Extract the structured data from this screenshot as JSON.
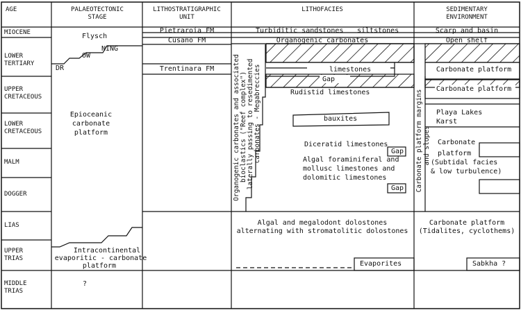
{
  "headers": {
    "age": "AGE",
    "palaeotectonic_line1": "PALAEOTECTONIC",
    "palaeotectonic_line2": "STAGE",
    "litho_unit_line1": "LITHOSTRATIGRAPHIC",
    "litho_unit_line2": "UNIT",
    "lithofacies": "LITHOFACIES",
    "sed_env_line1": "SEDIMENTARY",
    "sed_env_line2": "ENVIRONMENT"
  },
  "ages": {
    "miocene": "MIOCENE",
    "lower_tertiary_1": "LOWER",
    "lower_tertiary_2": "TERTIARY",
    "upper_cretaceous_1": "UPPER",
    "upper_cretaceous_2": "CRETACEOUS",
    "lower_cretaceous_1": "LOWER",
    "lower_cretaceous_2": "CRETACEOUS",
    "malm": "MALM",
    "dogger": "DOGGER",
    "lias": "LIAS",
    "upper_trias_1": "UPPER",
    "upper_trias_2": "TRIAS",
    "middle_trias_1": "MIDDLE",
    "middle_trias_2": "TRIAS"
  },
  "palaeotectonic": {
    "flysch": "Flysch",
    "ning": "NING",
    "ow": "OW",
    "dr": "DR",
    "epiceanic_1": "Epioceanic",
    "epiceanic_2": "carbonate",
    "epiceanic_3": "platform",
    "intra_1": "Intracontinental",
    "intra_2": "evaporitic - carbonate",
    "intra_3": "platform",
    "question": "?"
  },
  "litho_units": {
    "pietraroia": "Pietraroia FM",
    "cusano": "Cusano FM",
    "trentinara": "Trentinara FM"
  },
  "lithofacies": {
    "turbiditic": "Turbiditic sandstones",
    "siltstones": "siltstones",
    "organogenic": "Organogenic carbonates",
    "limestones": "limestones",
    "gap_top": "Gap",
    "rudistid": "Rudistid limestones",
    "bauxites": "bauxites",
    "diceratid": "Diceratid limestones",
    "gap_mid": "Gap",
    "algal_1": "Algal foraminiferal and",
    "algal_2": "mollusc limestones and",
    "algal_3": "dolomitic limestones",
    "gap_low": "Gap",
    "dolostones_1": "Algal and megalodont dolostones",
    "dolostones_2": "alternating with stromatolitic dolostones",
    "evaporites": "Evaporites",
    "reef_1": "Organogenic carbonates and associated",
    "reef_2": "bioclastics (\"Reef complex\")",
    "reef_3": "laterally passing to resedimented",
    "reef_4": "carbonates - Megabreccies",
    "margins_1": "Carbonate platform margins",
    "margins_2": "and slopes"
  },
  "sed_env": {
    "scarp": "Scarp and basin",
    "open_shelf": "Open shelf",
    "cp_1": "Carbonate platform",
    "cp_2": "Carbonate platform",
    "playa_1": "Playa Lakes",
    "playa_2": "Karst",
    "cp_malm_1": "Carbonate",
    "cp_malm_2": "platform",
    "cp_malm_3": "(Subtidal facies",
    "cp_malm_4": "& low turbulence)",
    "cp_tidal_1": "Carbonate platform",
    "cp_tidal_2": "(Tidalites, cyclothems)",
    "sabkha": "Sabkha ?"
  }
}
